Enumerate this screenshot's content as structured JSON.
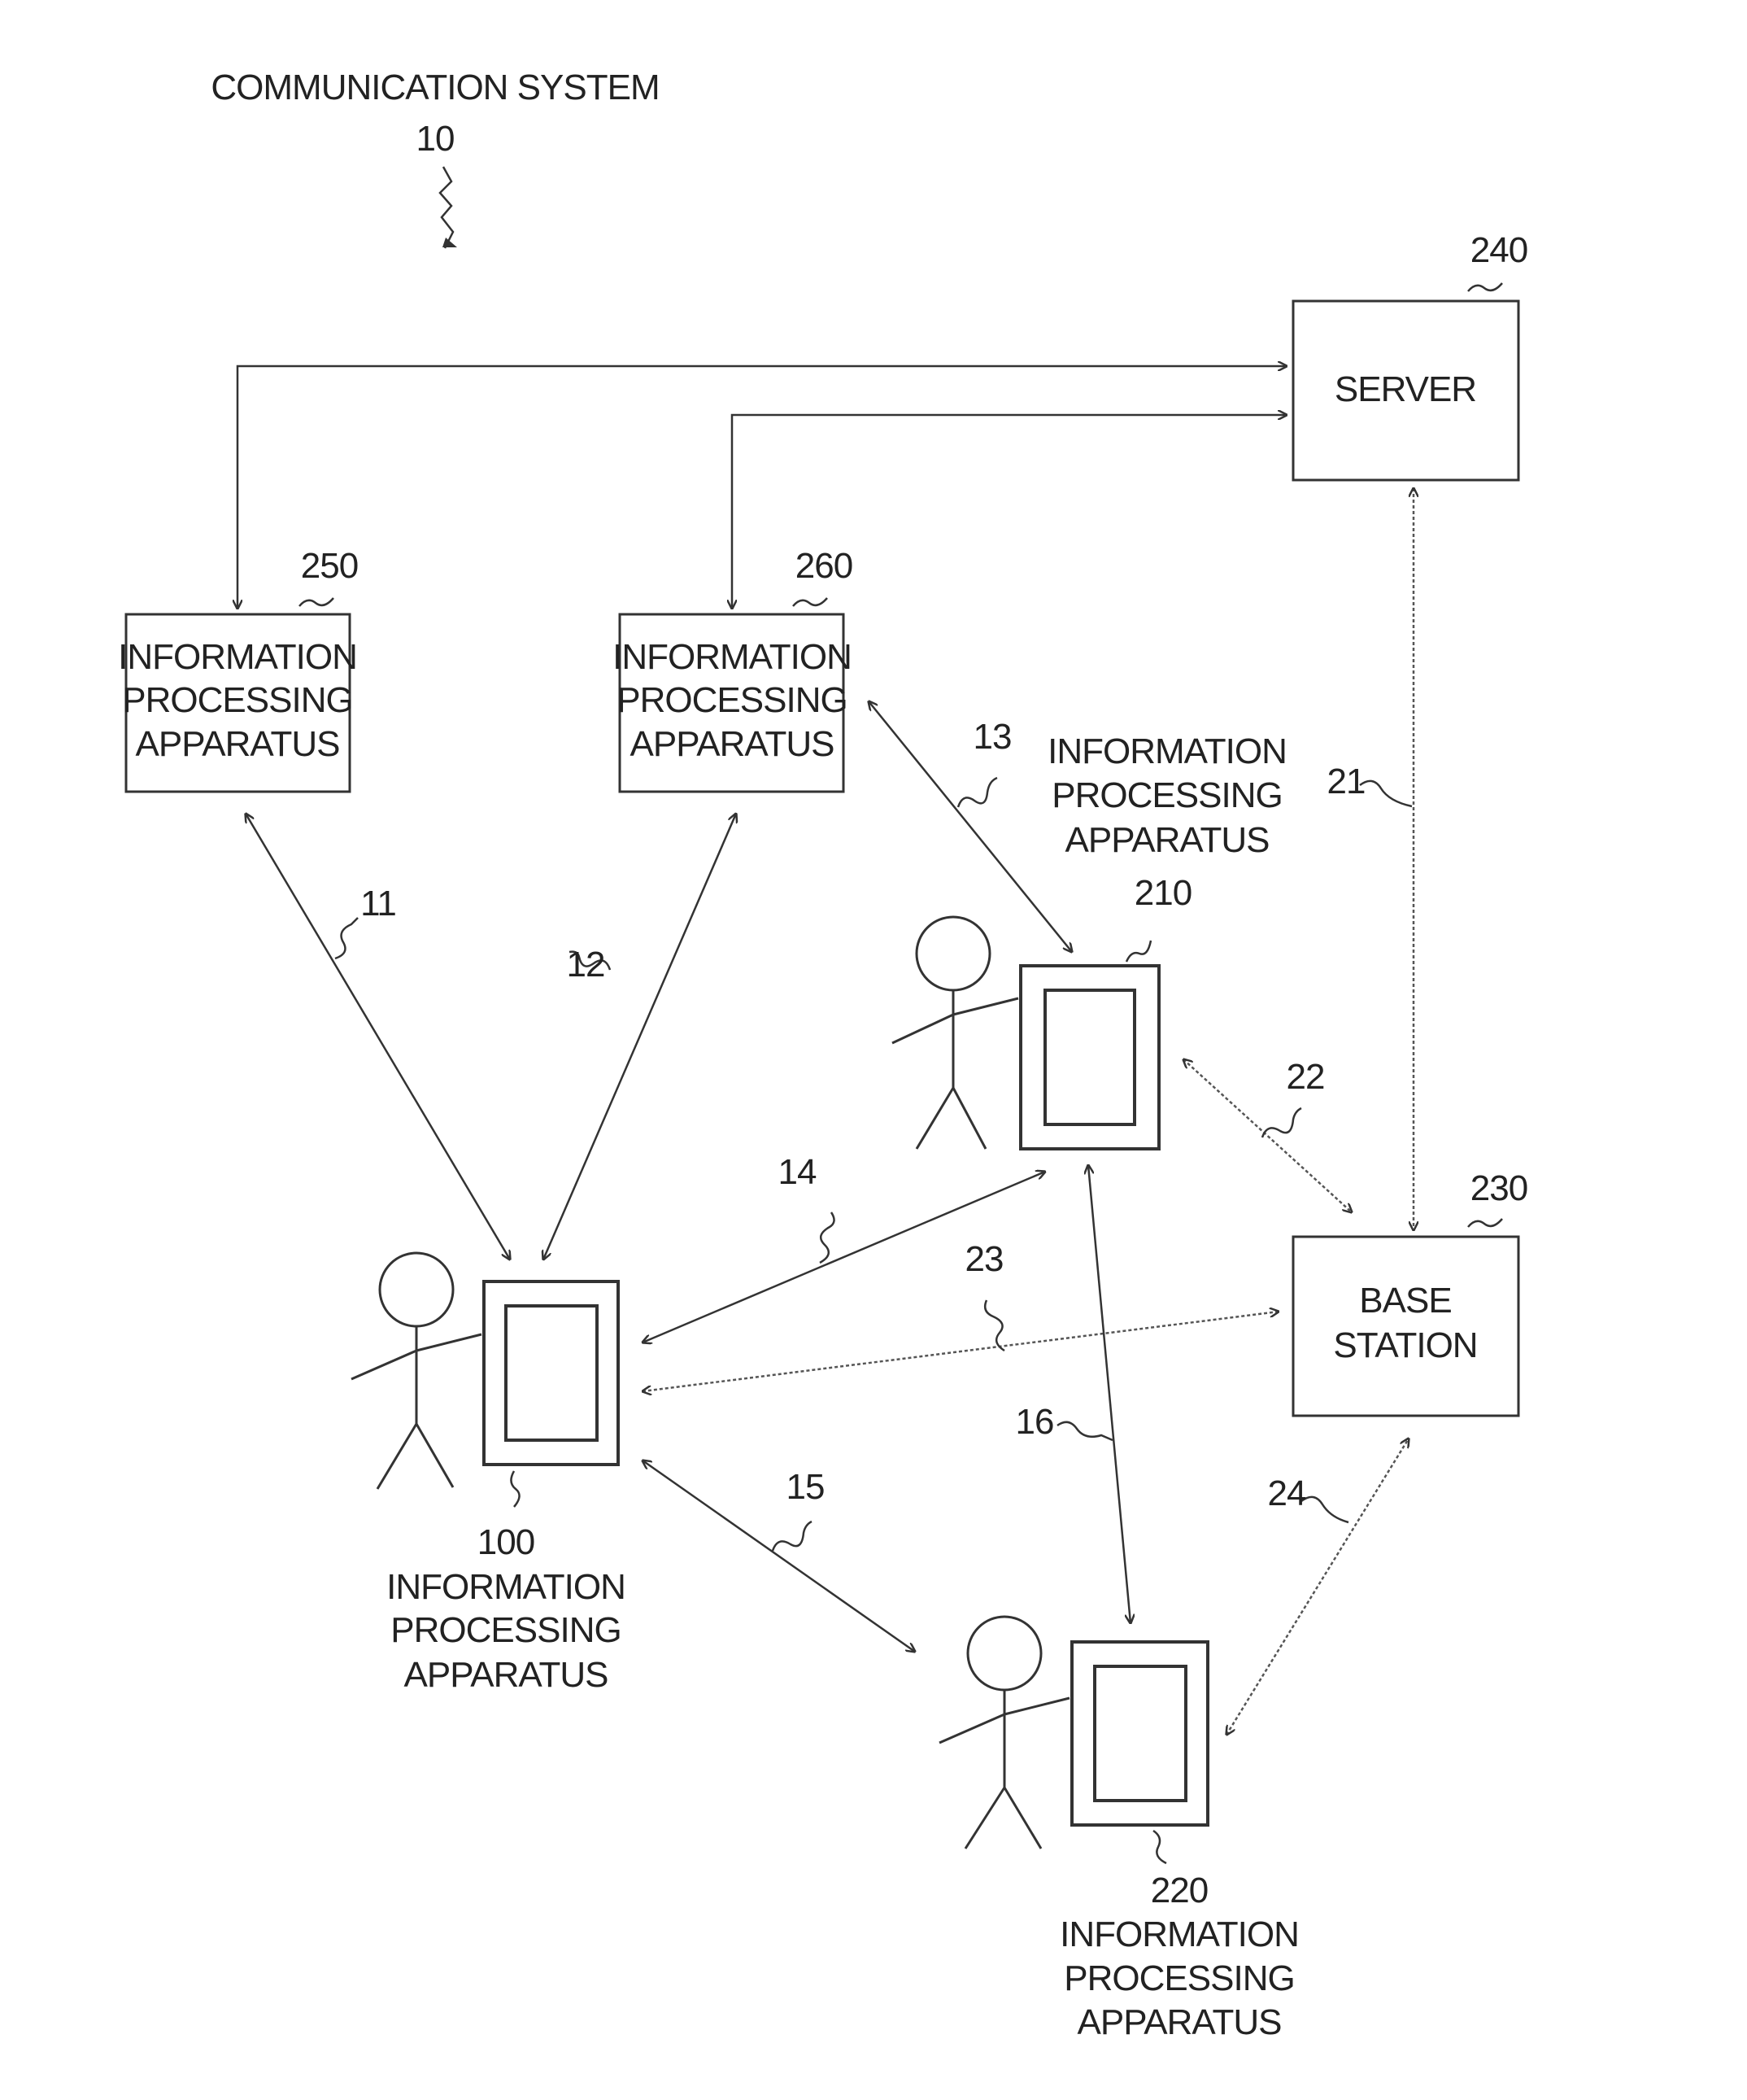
{
  "system": {
    "title": "COMMUNICATION SYSTEM",
    "ref": "10"
  },
  "nodes": {
    "server": {
      "label": "SERVER",
      "ref": "240"
    },
    "base_station": {
      "label_line1": "BASE",
      "label_line2": "STATION",
      "ref": "230"
    },
    "apparatus_250": {
      "line1": "INFORMATION",
      "line2": "PROCESSING",
      "line3": "APPARATUS",
      "ref": "250"
    },
    "apparatus_260": {
      "line1": "INFORMATION",
      "line2": "PROCESSING",
      "line3": "APPARATUS",
      "ref": "260"
    },
    "apparatus_210": {
      "line1": "INFORMATION",
      "line2": "PROCESSING",
      "line3": "APPARATUS",
      "ref": "210"
    },
    "apparatus_100": {
      "line1": "INFORMATION",
      "line2": "PROCESSING",
      "line3": "APPARATUS",
      "ref": "100"
    },
    "apparatus_220": {
      "line1": "INFORMATION",
      "line2": "PROCESSING",
      "line3": "APPARATUS",
      "ref": "220"
    }
  },
  "links": {
    "l11": "11",
    "l12": "12",
    "l13": "13",
    "l14": "14",
    "l15": "15",
    "l16": "16",
    "l21": "21",
    "l22": "22",
    "l23": "23",
    "l24": "24"
  }
}
